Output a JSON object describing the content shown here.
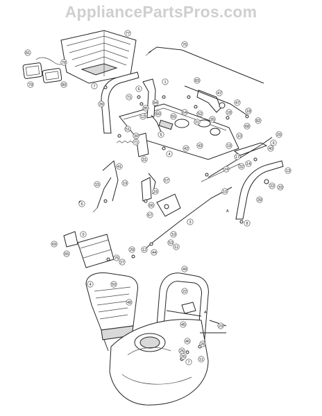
{
  "watermark": "AppliancePartsPros.com",
  "callouts": [
    {
      "id": "c77a",
      "label": "77"
    },
    {
      "id": "c76",
      "label": "76"
    },
    {
      "id": "c81",
      "label": "81"
    },
    {
      "id": "c78",
      "label": "78"
    },
    {
      "id": "c79",
      "label": "79"
    },
    {
      "id": "c80",
      "label": "80"
    },
    {
      "id": "c7a",
      "label": "7"
    },
    {
      "id": "c1a",
      "label": "1"
    },
    {
      "id": "c83",
      "label": "83"
    },
    {
      "id": "c6a",
      "label": "6"
    },
    {
      "id": "c47a",
      "label": "47"
    },
    {
      "id": "c47b",
      "label": "47"
    },
    {
      "id": "c18a",
      "label": "18"
    },
    {
      "id": "c71a",
      "label": "71"
    },
    {
      "id": "c84a",
      "label": "84"
    },
    {
      "id": "c85",
      "label": "85"
    },
    {
      "id": "c64",
      "label": "64"
    },
    {
      "id": "c60",
      "label": "60"
    },
    {
      "id": "c12a",
      "label": "12"
    },
    {
      "id": "c55",
      "label": "55"
    },
    {
      "id": "c52",
      "label": "52"
    },
    {
      "id": "c35",
      "label": "35"
    },
    {
      "id": "c21",
      "label": "21"
    },
    {
      "id": "c18b",
      "label": "18"
    },
    {
      "id": "c68",
      "label": "68"
    },
    {
      "id": "c82",
      "label": "82"
    },
    {
      "id": "c39a",
      "label": "39"
    },
    {
      "id": "c51",
      "label": "51"
    },
    {
      "id": "c30",
      "label": "30"
    },
    {
      "id": "c31",
      "label": "31"
    },
    {
      "id": "c6b",
      "label": "6"
    },
    {
      "id": "c10a",
      "label": "10"
    },
    {
      "id": "c20",
      "label": "20"
    },
    {
      "id": "c19a",
      "label": "19"
    },
    {
      "id": "c17",
      "label": "17"
    },
    {
      "id": "c71b",
      "label": "71"
    },
    {
      "id": "c42",
      "label": "42"
    },
    {
      "id": "c43",
      "label": "43"
    },
    {
      "id": "c4a",
      "label": "4"
    },
    {
      "id": "c9a",
      "label": "9"
    },
    {
      "id": "c41",
      "label": "41"
    },
    {
      "id": "c24",
      "label": "24"
    },
    {
      "id": "c32",
      "label": "32"
    },
    {
      "id": "c14",
      "label": "14"
    },
    {
      "id": "c40",
      "label": "40"
    },
    {
      "id": "c13",
      "label": "13"
    },
    {
      "id": "c22",
      "label": "22"
    },
    {
      "id": "c33",
      "label": "33"
    },
    {
      "id": "c15",
      "label": "15"
    },
    {
      "id": "c19b",
      "label": "19"
    },
    {
      "id": "c57",
      "label": "57"
    },
    {
      "id": "c10b",
      "label": "10"
    },
    {
      "id": "c39b",
      "label": "39"
    },
    {
      "id": "c16",
      "label": "16"
    },
    {
      "id": "c66",
      "label": "66"
    },
    {
      "id": "c67",
      "label": "67"
    },
    {
      "id": "c6c",
      "label": "6"
    },
    {
      "id": "c3",
      "label": "3"
    },
    {
      "id": "c9b",
      "label": "9"
    },
    {
      "id": "c8",
      "label": "8"
    },
    {
      "id": "c69",
      "label": "69"
    },
    {
      "id": "c10c",
      "label": "10"
    },
    {
      "id": "c11",
      "label": "11"
    },
    {
      "id": "c23",
      "label": "23"
    },
    {
      "id": "c29",
      "label": "29"
    },
    {
      "id": "c12b",
      "label": "12"
    },
    {
      "id": "c44",
      "label": "44"
    },
    {
      "id": "c53",
      "label": "53"
    },
    {
      "id": "c27",
      "label": "27"
    },
    {
      "id": "c75",
      "label": "75"
    },
    {
      "id": "c65",
      "label": "65"
    },
    {
      "id": "c49",
      "label": "49"
    },
    {
      "id": "c50",
      "label": "50"
    },
    {
      "id": "c22b",
      "label": "22"
    },
    {
      "id": "c28",
      "label": "28"
    },
    {
      "id": "c45",
      "label": "45"
    },
    {
      "id": "c46",
      "label": "46"
    },
    {
      "id": "c48",
      "label": "48"
    },
    {
      "id": "c25",
      "label": "25"
    },
    {
      "id": "c26",
      "label": "26"
    },
    {
      "id": "c11b",
      "label": "11"
    },
    {
      "id": "c4b",
      "label": "4"
    },
    {
      "id": "c7b",
      "label": "7"
    }
  ],
  "letters": [
    {
      "id": "lA1",
      "label": "A"
    },
    {
      "id": "lA2",
      "label": "A"
    }
  ]
}
